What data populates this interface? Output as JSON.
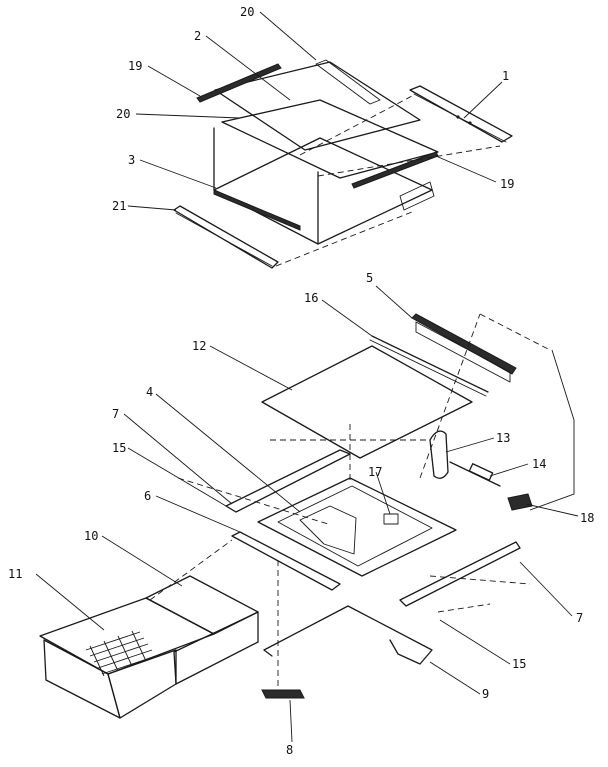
{
  "diagram": {
    "callouts": [
      {
        "id": "c20a",
        "text": "20"
      },
      {
        "id": "c2",
        "text": "2"
      },
      {
        "id": "c19a",
        "text": "19"
      },
      {
        "id": "c1",
        "text": "1"
      },
      {
        "id": "c20b",
        "text": "20"
      },
      {
        "id": "c3",
        "text": "3"
      },
      {
        "id": "c19b",
        "text": "19"
      },
      {
        "id": "c21",
        "text": "21"
      },
      {
        "id": "c5",
        "text": "5"
      },
      {
        "id": "c16",
        "text": "16"
      },
      {
        "id": "c12",
        "text": "12"
      },
      {
        "id": "c4",
        "text": "4"
      },
      {
        "id": "c7a",
        "text": "7"
      },
      {
        "id": "c13",
        "text": "13"
      },
      {
        "id": "c15a",
        "text": "15"
      },
      {
        "id": "c17",
        "text": "17"
      },
      {
        "id": "c14",
        "text": "14"
      },
      {
        "id": "c6",
        "text": "6"
      },
      {
        "id": "c18",
        "text": "18"
      },
      {
        "id": "c10",
        "text": "10"
      },
      {
        "id": "c11",
        "text": "11"
      },
      {
        "id": "c7b",
        "text": "7"
      },
      {
        "id": "c15b",
        "text": "15"
      },
      {
        "id": "c9",
        "text": "9"
      },
      {
        "id": "c8",
        "text": "8"
      }
    ]
  }
}
